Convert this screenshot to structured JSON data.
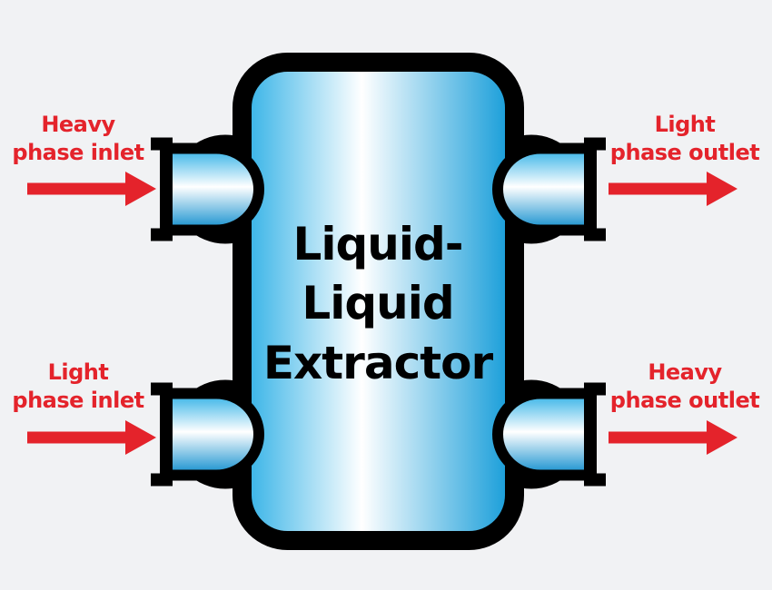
{
  "diagram": {
    "type": "process-equipment-diagram",
    "title": "Liquid-Liquid Extractor",
    "vessel": {
      "label_line1": "Liquid-",
      "label_line2": "Liquid",
      "label_line3": "Extractor"
    },
    "ports": [
      {
        "position": "top-left",
        "label_line1": "Heavy",
        "label_line2": "phase inlet",
        "arrow_direction": "right"
      },
      {
        "position": "top-right",
        "label_line1": "Light",
        "label_line2": "phase outlet",
        "arrow_direction": "right"
      },
      {
        "position": "bottom-left",
        "label_line1": "Light",
        "label_line2": "phase inlet",
        "arrow_direction": "right"
      },
      {
        "position": "bottom-right",
        "label_line1": "Heavy",
        "label_line2": "phase outlet",
        "arrow_direction": "right"
      }
    ],
    "colors": {
      "background": "#f1f2f4",
      "outline": "#000000",
      "label_red": "#e4232b",
      "arrow_red": "#e4232b",
      "vessel_blue_left": "#2eb0e6",
      "vessel_highlight": "#ffffff",
      "vessel_blue_right": "#0f9ad8",
      "nozzle_blue_top": "#2eb0e6",
      "nozzle_blue_bottom": "#0d8ccd"
    }
  }
}
